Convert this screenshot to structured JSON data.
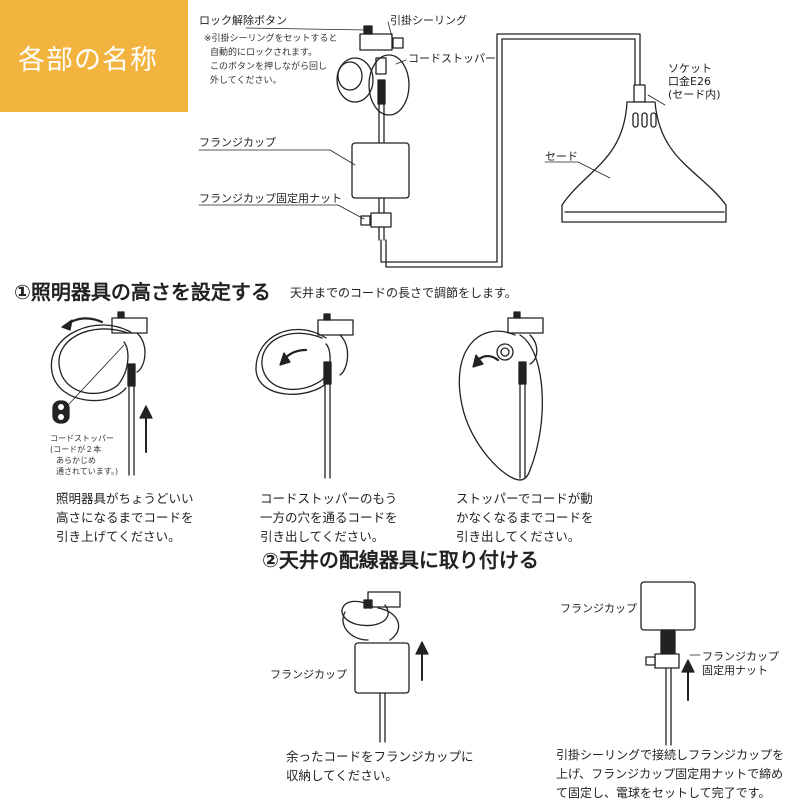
{
  "badge": {
    "title": "各部の名称"
  },
  "top": {
    "lock_label": "ロック解除ボタン",
    "lock_note": [
      "※引掛シーリングをセットすると",
      "自動的にロックされます。",
      "このボタンを押しながら回し",
      "外してください。"
    ],
    "ceiling_label": "引掛シーリング",
    "stopper_label": "コードストッパー",
    "flange_label": "フランジカップ",
    "nut_label": "フランジカップ固定用ナット",
    "socket_label": [
      "ソケット",
      "口金E26",
      "(セード内)"
    ],
    "shade_label": "セード"
  },
  "section1": {
    "heading": "①照明器具の高さを設定する",
    "subtext": "天井までのコードの長さで調節をします。",
    "stopper_note": [
      "コードストッパー",
      "(コードが２本",
      "あらかじめ",
      "通されています。)"
    ],
    "steps": [
      {
        "caption": [
          "照明器具がちょうどいい",
          "高さになるまでコードを",
          "引き上げてください。"
        ]
      },
      {
        "caption": [
          "コードストッパーのもう",
          "一方の穴を通るコードを",
          "引き出してください。"
        ]
      },
      {
        "caption": [
          "ストッパーでコードが動",
          "かなくなるまでコードを",
          "引き出してください。"
        ]
      }
    ]
  },
  "section2": {
    "heading": "②天井の配線器具に取り付ける",
    "left_label": "フランジカップ",
    "left_caption": [
      "余ったコードをフランジカップに",
      "収納してください。"
    ],
    "right_cup_label": "フランジカップ",
    "right_nut_label": [
      "フランジカップ",
      "固定用ナット"
    ],
    "right_caption": [
      "引掛シーリングで接続しフランジカップを",
      "上げ、フランジカップ固定用ナットで締め",
      "て固定し、電球をセットして完了です。"
    ]
  }
}
